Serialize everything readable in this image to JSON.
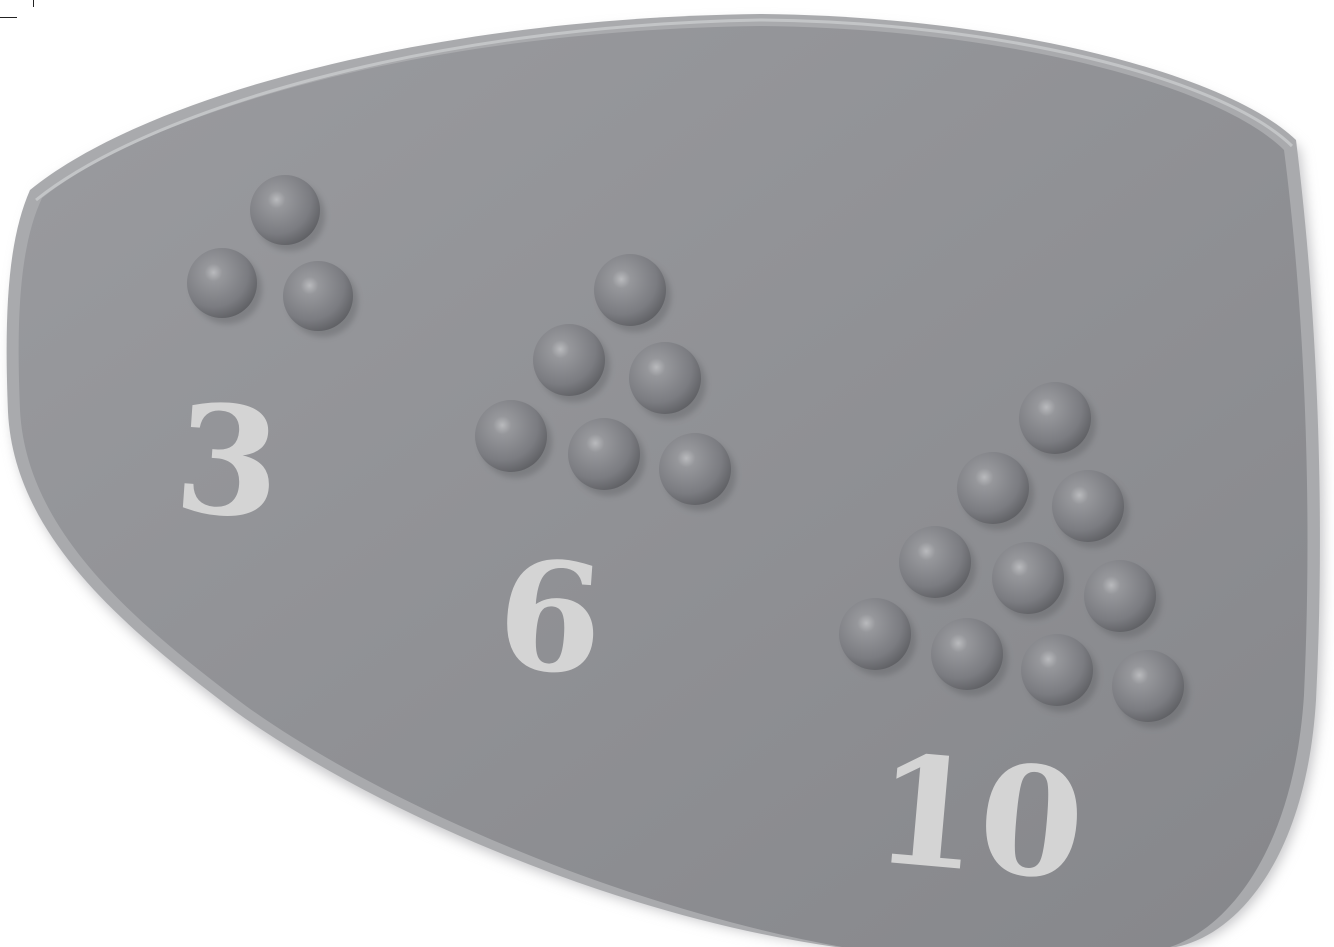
{
  "groups": [
    {
      "label": "3",
      "ball_count": 3
    },
    {
      "label": "6",
      "ball_count": 6
    },
    {
      "label": "10",
      "ball_count": 10
    }
  ],
  "colors": {
    "background": "#ffffff",
    "tray": "#8f9094",
    "tray_rim": "#b0b1b4",
    "ball": "#7f8085",
    "numeral": "#d4d4d4"
  }
}
